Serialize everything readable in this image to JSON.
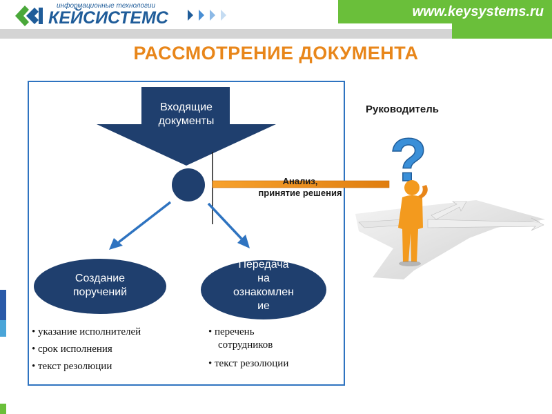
{
  "header": {
    "logo_tagline": "информационные технологии",
    "logo_name": "КЕЙСИСТЕМС",
    "website": "www.keysystems.ru"
  },
  "title": "РАССМОТРЕНИЕ ДОКУМЕНТА",
  "diagram": {
    "incoming_line1": "Входящие",
    "incoming_line2": "документы",
    "analysis_line1": "Анализ,",
    "analysis_line2": "принятие решения",
    "manager": "Руководитель",
    "create_line1": "Создание",
    "create_line2": "поручений",
    "transfer_line1": "Передача",
    "transfer_line2": "на",
    "transfer_line3": "ознакомлен",
    "transfer_line4": "ие"
  },
  "bullets_left": [
    "• указание исполнителей",
    "• срок исполнения",
    "• текст резолюции"
  ],
  "bullets_right": [
    "•  перечень",
    "сотрудников",
    "•  текст резолюции"
  ],
  "colors": {
    "accent_orange": "#e8861a",
    "brand_green": "#6abf3a",
    "navy": "#1f3f6e",
    "frame_blue": "#2e73c0"
  }
}
